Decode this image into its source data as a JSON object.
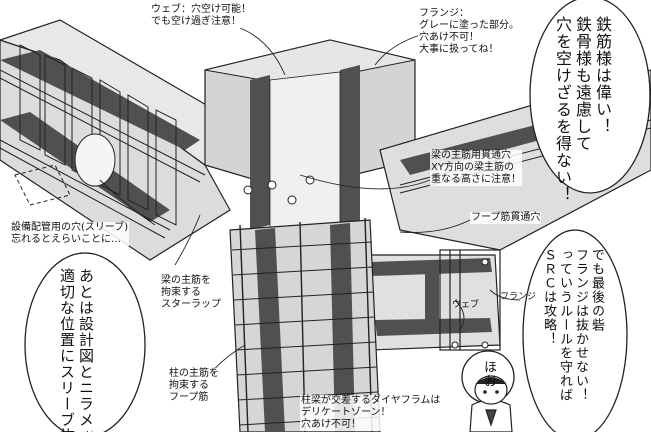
{
  "labels": {
    "web": "ウェブ：穴空け可能！\nでも空け過ぎ注意！",
    "flange": "フランジ：\nグレーに塗った部分。\n穴あけ不可！\n大事に扱ってね！",
    "beam_main_hole": "梁の主筋用貫通穴\nXY方向の梁主筋の\n重なる高さに注意！",
    "hoop_hole": "フープ筋貫通穴",
    "sleeve": "設備配管用の穴(スリーブ)\n忘れるとえらいことに…",
    "stirrup": "梁の主筋を\n拘束する\nスターラップ",
    "hoop": "柱の主筋を\n拘束する\nフープ筋",
    "diaphragm": "柱梁が交差するダイヤフラムは\nデリケートゾーン！\n穴あけ不可！",
    "web_small": "ウェブ",
    "flange_small": "フランジ"
  },
  "bubbles": {
    "respect": "鉄筋様は偉い！\n鉄骨様も遠慮して\n穴を空けざるを得ない！",
    "last_fort": "でも最後の砦\nフランジは抜かせない！\nっていうルールを守れば\nＳＲＣは攻略！",
    "design": "あとは設計図とニラメッコ！\n適切な位置にスリーブ抜く！",
    "hoo": "ほお"
  },
  "colors": {
    "background": "#ffffff",
    "flange_gray": "#505050",
    "concrete_gray": "#c8c8c8",
    "line": "#222222"
  }
}
